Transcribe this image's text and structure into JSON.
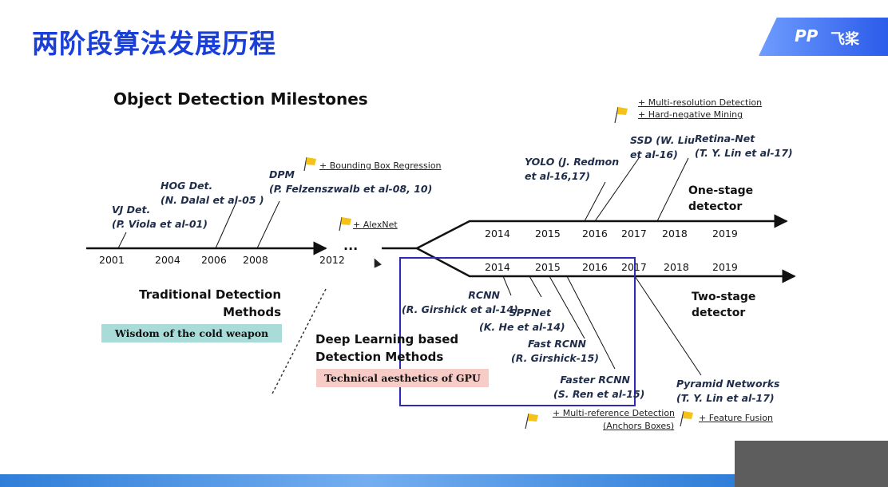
{
  "title": "两阶段算法发展历程",
  "logo": {
    "mark": "PP",
    "text": "飞桨"
  },
  "heading": "Object Detection Milestones",
  "years_main": [
    "2001",
    "2004",
    "2006",
    "2008",
    "2012"
  ],
  "ellipsis": "...",
  "years_upper": [
    "2014",
    "2015",
    "2016",
    "2017",
    "2018",
    "2019"
  ],
  "years_lower": [
    "2014",
    "2015",
    "2016",
    "2017",
    "2018",
    "2019"
  ],
  "milestones": {
    "vj": {
      "name": "VJ Det.",
      "author": "(P. Viola et al-01)"
    },
    "hog": {
      "name": "HOG Det.",
      "author": "(N. Dalal et al-05 )"
    },
    "dpm": {
      "name": "DPM",
      "author": "(P. Felzenszwalb et al-08, 10)"
    },
    "yolo": {
      "name": "YOLO (J. Redmon",
      "author": "et al-16,17)"
    },
    "ssd": {
      "name": "SSD (W. Liu",
      "author": "et al-16)"
    },
    "retina": {
      "name": "Retina-Net",
      "author": "(T. Y. Lin et al-17)"
    },
    "rcnn": {
      "name": "RCNN",
      "author": "(R. Girshick et al-14)"
    },
    "sppnet": {
      "name": "SPPNet",
      "author": "(K. He et al-14)"
    },
    "fast": {
      "name": "Fast RCNN",
      "author": "(R. Girshick-15)"
    },
    "faster": {
      "name": "Faster RCNN",
      "author": "(S. Ren et al-15)"
    },
    "fpn": {
      "name": "Pyramid Networks",
      "author": "(T. Y. Lin et al-17)"
    }
  },
  "notes": {
    "bbox": "+ Bounding Box Regression",
    "alexnet": "+ AlexNet",
    "multires": "+ Multi-resolution Detection",
    "hardneg": "+ Hard-negative Mining",
    "multiref": "+ Multi-reference Detection",
    "anchors": "(Anchors Boxes)",
    "fusion": "+ Feature Fusion"
  },
  "labels": {
    "one_stage": [
      "One-stage",
      "detector"
    ],
    "two_stage": [
      "Two-stage",
      "detector"
    ],
    "traditional": [
      "Traditional Detection",
      "Methods"
    ],
    "deep": [
      "Deep Learning based",
      "Detection Methods"
    ]
  },
  "tags": {
    "weapon": "Wisdom of the cold weapon",
    "gpu": "Technical aesthetics of GPU"
  },
  "colors": {
    "title": "#1a3fd8",
    "box": "#2b2bb8",
    "flag": "#f5c21a",
    "tag_teal": "#a9dcd8",
    "tag_pink": "#f7cbc6"
  }
}
